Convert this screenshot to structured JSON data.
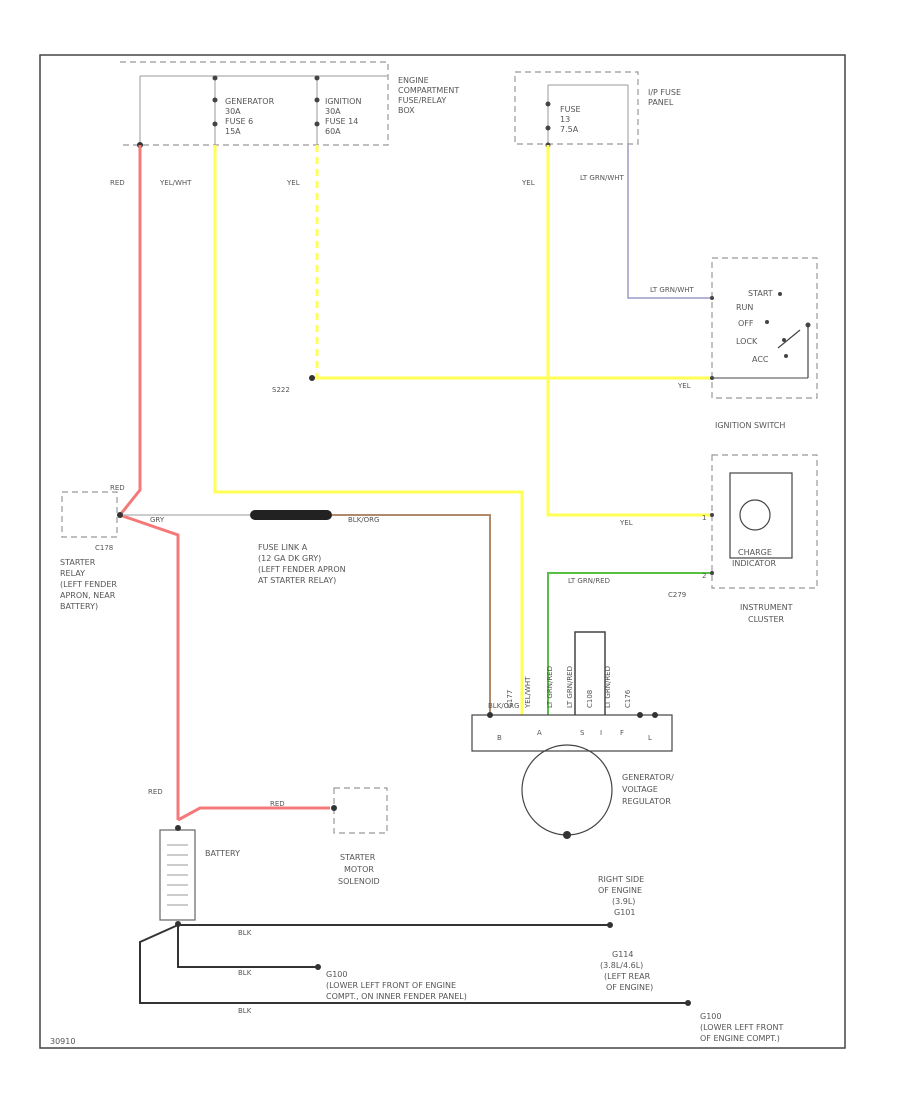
{
  "diagram_id": "30910",
  "fuse_box": {
    "title_lines": [
      "ENGINE",
      "COMPARTMENT",
      "FUSE/RELAY",
      "BOX"
    ],
    "fuse_generator": [
      "GENERATOR",
      "30A",
      "FUSE 6",
      "15A"
    ],
    "fuse_ignition": [
      "IGNITION",
      "30A",
      "FUSE 14",
      "60A"
    ]
  },
  "ip_fuse": {
    "title_lines": [
      "I/P FUSE",
      "PANEL"
    ],
    "fuse_lines": [
      "FUSE",
      "13",
      "7.5A"
    ]
  },
  "ignition_switch": {
    "title": "IGNITION SWITCH",
    "positions": [
      "START",
      "RUN",
      "OFF",
      "LOCK",
      "ACC"
    ]
  },
  "charge_indicator": {
    "lines": [
      "CHARGE",
      "INDICATOR"
    ],
    "title_lines": [
      "INSTRUMENT",
      "CLUSTER"
    ],
    "terminal_top": "1",
    "terminal_bottom": "2"
  },
  "starter_relay": {
    "connector": "C178",
    "title_lines": [
      "STARTER",
      "RELAY",
      "(LEFT FENDER",
      "APRON, NEAR",
      "BATTERY)"
    ]
  },
  "fuse_link": {
    "lines": [
      "FUSE LINK A",
      "(12 GA DK GRY)",
      "(LEFT FENDER APRON",
      "AT STARTER RELAY)"
    ]
  },
  "battery": {
    "label": "BATTERY"
  },
  "starter_solenoid": {
    "lines": [
      "STARTER",
      "MOTOR",
      "SOLENOID"
    ]
  },
  "generator": {
    "lines": [
      "GENERATOR/",
      "VOLTAGE",
      "REGULATOR"
    ],
    "terminals": [
      "B",
      "A",
      "S",
      "I",
      "F",
      "L"
    ],
    "conn_wires": [
      "BLK/ORG",
      "C177",
      "YEL/WHT",
      "LT GRN/RED",
      "LT GRN/RED",
      "C108",
      "LT GRN/RED",
      "C176"
    ]
  },
  "grounds": {
    "g_right_lines": [
      "RIGHT SIDE",
      "OF ENGINE",
      "(3.9L)",
      "G101"
    ],
    "g_lower_lines": [
      "G100",
      "(LOWER LEFT FRONT OF ENGINE",
      "COMPT., ON INNER FENDER PANEL)"
    ],
    "g_rear_lines": [
      "G114",
      "(3.8L/4.6L)",
      "(LEFT REAR",
      "OF ENGINE)"
    ],
    "g_lowerleft_lines": [
      "G100",
      "(LOWER LEFT FRONT",
      "OF ENGINE COMPT.)"
    ]
  },
  "splices": {
    "s222": "S222",
    "c279": "C279",
    "red_upper": "RED"
  },
  "wires": {
    "red": "RED",
    "yel_wht": "YEL/WHT",
    "yel": "YEL",
    "lt_grn_wht": "LT GRN/WHT",
    "gry": "GRY",
    "blk_org": "BLK/ORG",
    "lt_grn_red": "LT GRN/RED",
    "blk": "BLK"
  },
  "colors": {
    "red_wire": "#f47a7a",
    "yellow_wire": "#ffff55",
    "green_wire": "#55c041",
    "brown_wire": "#b08a6a",
    "violet_wire": "#9a9ac8",
    "black_wire": "#333333",
    "frame": "#444444"
  }
}
